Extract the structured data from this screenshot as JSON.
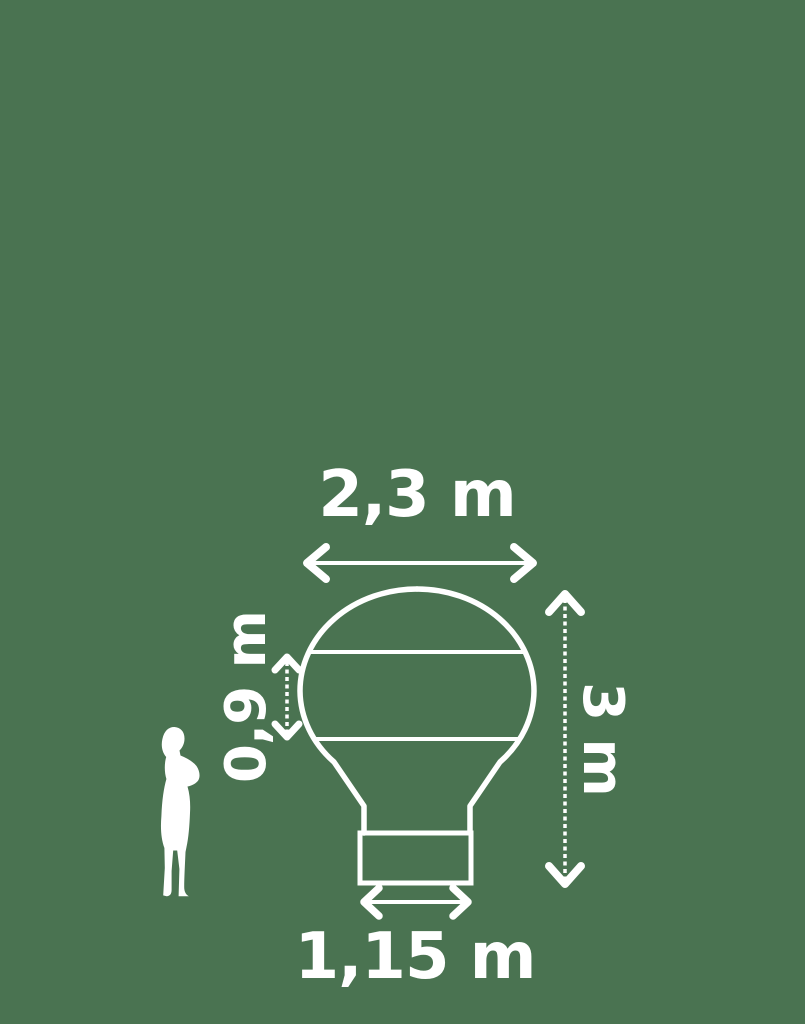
{
  "colors": {
    "background": "#4a7351",
    "foreground": "#ffffff"
  },
  "diagram": {
    "subject": "balloon-dimension-drawing",
    "labels": {
      "width": "2,3 m",
      "height": "3 m",
      "band": "0,9 m",
      "base_width": "1,15 m"
    },
    "icons": {
      "person": "person-silhouette",
      "width_arrow": "double-arrow-horizontal",
      "height_arrow": "double-arrow-vertical",
      "band_arrow": "double-arrow-vertical-small",
      "base_arrow": "double-arrow-horizontal-small"
    }
  }
}
